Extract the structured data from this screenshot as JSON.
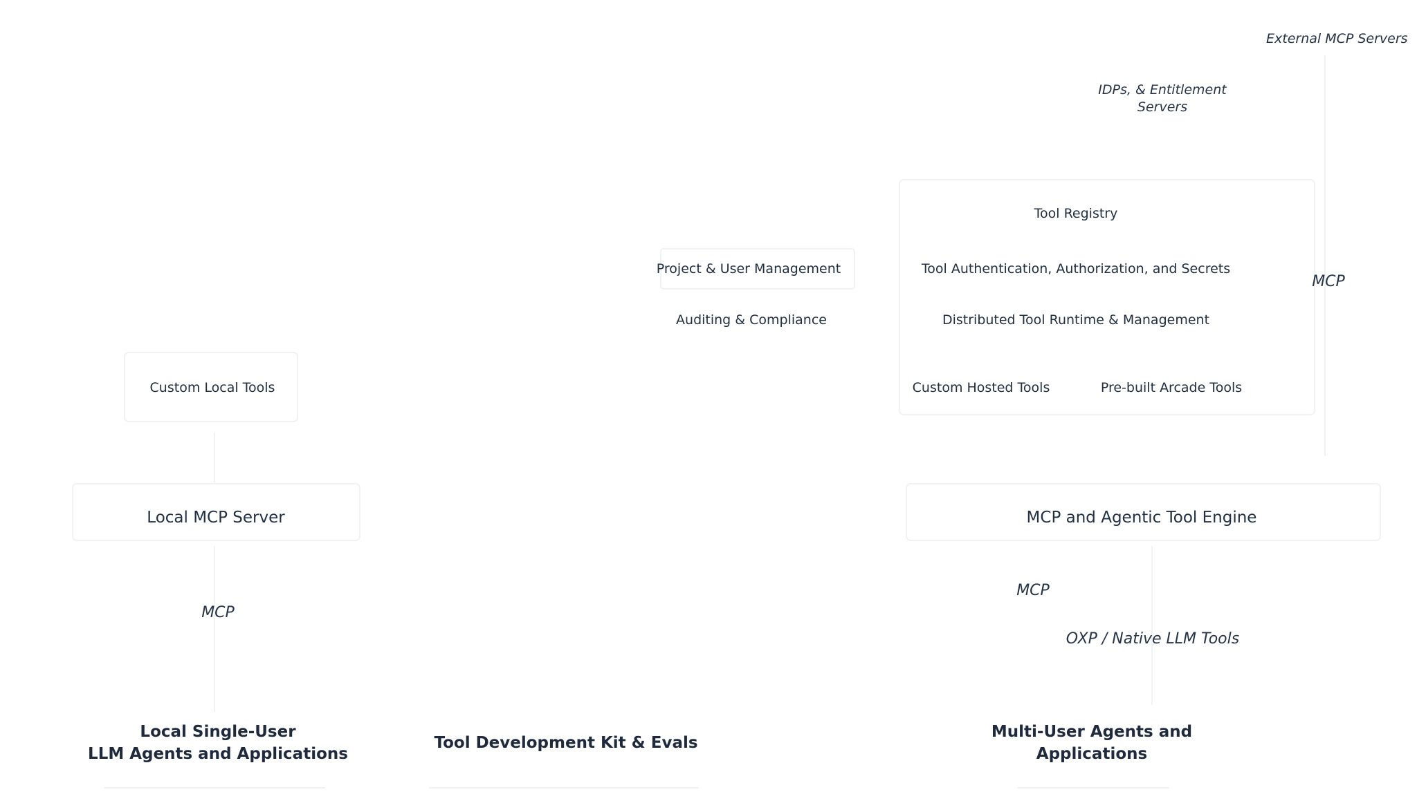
{
  "external": {
    "mcp_servers": "External MCP Servers",
    "idps": "IDPs, & Entitlement\nServers"
  },
  "platform": {
    "tool_registry": "Tool Registry",
    "project_user_mgmt": "Project & User Management",
    "tool_auth": "Tool Authentication, Authorization, and Secrets",
    "auditing": "Auditing & Compliance",
    "runtime": "Distributed Tool Runtime & Management",
    "custom_hosted": "Custom Hosted Tools",
    "prebuilt": "Pre-built Arcade Tools",
    "mcp_right": "MCP"
  },
  "local": {
    "custom_local_tools": "Custom Local Tools",
    "server": "Local MCP Server",
    "mcp": "MCP"
  },
  "engine": {
    "title": "MCP and Agentic Tool Engine",
    "mcp": "MCP",
    "oxp": "OXP / Native LLM Tools"
  },
  "bottom": {
    "local_agents": "Local Single-User\nLLM Agents and Applications",
    "tdk": "Tool Development Kit & Evals",
    "multi_user": "Multi-User Agents and\nApplications"
  },
  "colors": {
    "text": "#1f2a3a",
    "faint_line": "#f1f2f4"
  }
}
